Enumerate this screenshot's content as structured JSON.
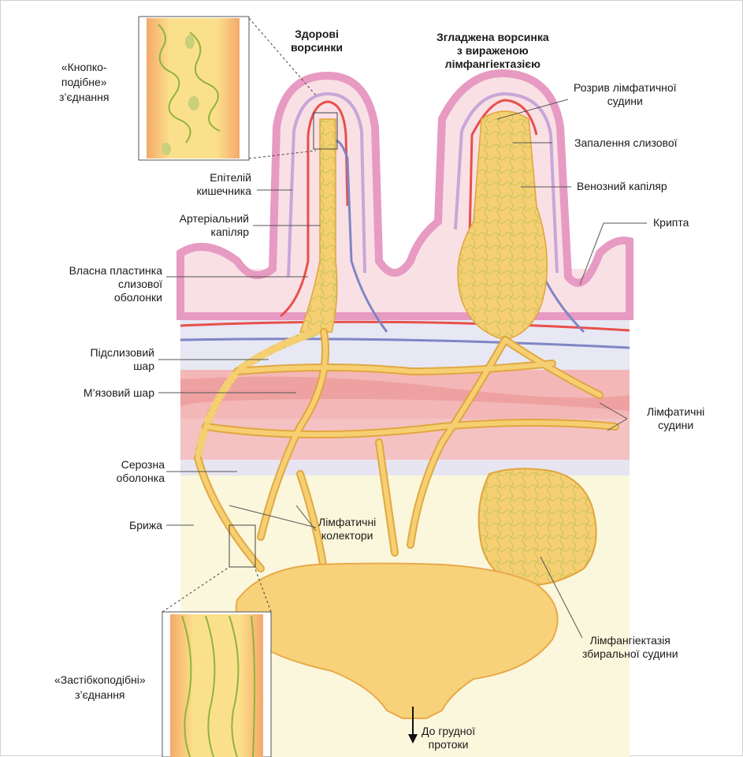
{
  "titles": {
    "healthy": [
      "Здорові",
      "ворсинки"
    ],
    "flattened": [
      "Згладжена ворсинка",
      "з вираженою",
      "лімфангіектазією"
    ]
  },
  "labels": {
    "button_junction": [
      "«Кнопко-",
      "подібне»",
      "з’єднання"
    ],
    "epithelium": [
      "Епітелій",
      "кишечника"
    ],
    "arterial_capillary": [
      "Артеріальний",
      "капіляр"
    ],
    "lamina_propria": [
      "Власна пластинка",
      "слизової",
      "оболонки"
    ],
    "submucosa": [
      "Підслизовий",
      "шар"
    ],
    "muscle_layer": [
      "М’язовий шар"
    ],
    "serosa": [
      "Серозна",
      "оболонка"
    ],
    "mesentery": [
      "Брижа"
    ],
    "zipper_junction": [
      "«Застібкоподібні»",
      "з’єднання"
    ],
    "lymph_rupture": [
      "Розрив лімфатичної",
      "судини"
    ],
    "mucosa_inflammation": [
      "Запалення слизової"
    ],
    "venous_capillary": [
      "Венозний капіляр"
    ],
    "crypt": [
      "Крипта"
    ],
    "lymph_vessels": [
      "Лімфатичні",
      "судини"
    ],
    "lymph_collectors": [
      "Лімфатичні",
      "колектори"
    ],
    "collector_lymphangiectasia": [
      "Лімфангіектазія",
      "збиральної судини"
    ],
    "to_duct": [
      "До грудної",
      "протоки"
    ]
  },
  "colors": {
    "lymph": "#f6cf72",
    "lymph_edge": "#e0a53a",
    "artery": "#e8504a",
    "vein": "#7f86c4",
    "epithelium": "#e9a2c6",
    "muscle": "#f2b3b3",
    "submucosa": "#e6e8f4",
    "mesentery": "#fbf6d9",
    "junction_line": "#8fb43a"
  }
}
